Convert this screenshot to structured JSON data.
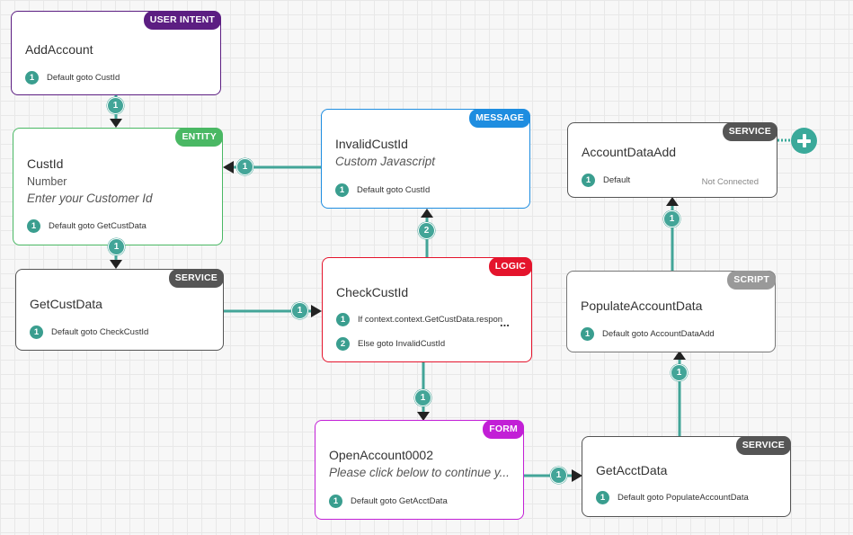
{
  "colors": {
    "user_intent": "#5c1e82",
    "entity": "#4ab864",
    "message": "#1e8de0",
    "logic": "#e4142c",
    "form": "#c21fd6",
    "service": "#555555",
    "script": "#999999",
    "connector": "#43a598"
  },
  "nodes": {
    "add_account": {
      "title": "AddAccount",
      "badge": "USER INTENT",
      "row1": {
        "num": "1",
        "text": "Default goto CustId"
      }
    },
    "cust_id": {
      "title": "CustId",
      "badge": "ENTITY",
      "subtitle": "Number",
      "prompt": "Enter your Customer Id",
      "row1": {
        "num": "1",
        "text": "Default goto GetCustData"
      }
    },
    "get_cust_data": {
      "title": "GetCustData",
      "badge": "SERVICE",
      "row1": {
        "num": "1",
        "text": "Default goto CheckCustId"
      }
    },
    "invalid_cust_id": {
      "title": "InvalidCustId",
      "badge": "MESSAGE",
      "subtitle": "Custom Javascript",
      "row1": {
        "num": "1",
        "text": "Default goto CustId"
      }
    },
    "check_cust_id": {
      "title": "CheckCustId",
      "badge": "LOGIC",
      "more": "...",
      "row1": {
        "num": "1",
        "text": "If context.context.GetCustData.respon"
      },
      "row2": {
        "num": "2",
        "text": "Else goto InvalidCustId"
      }
    },
    "open_account": {
      "title": "OpenAccount0002",
      "badge": "FORM",
      "subtitle": "Please click below to continue y...",
      "row1": {
        "num": "1",
        "text": "Default goto GetAcctData"
      }
    },
    "account_data_add": {
      "title": "AccountDataAdd",
      "badge": "SERVICE",
      "status": "Not Connected",
      "row1": {
        "num": "1",
        "text": "Default"
      }
    },
    "populate_account_data": {
      "title": "PopulateAccountData",
      "badge": "SCRIPT",
      "row1": {
        "num": "1",
        "text": "Default goto AccountDataAdd"
      }
    },
    "get_acct_data": {
      "title": "GetAcctData",
      "badge": "SERVICE",
      "row1": {
        "num": "1",
        "text": "Default goto PopulateAccountData"
      }
    }
  },
  "connectors": {
    "c1": "1",
    "c2": "1",
    "c3": "1",
    "c4": "1",
    "c5": "2",
    "c6": "1",
    "c7": "1",
    "c8": "1",
    "c9": "1"
  }
}
